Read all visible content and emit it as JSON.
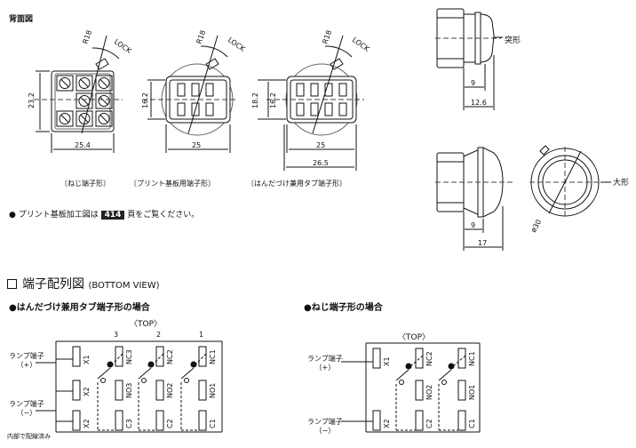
{
  "header": {
    "title": "背面図"
  },
  "dims": {
    "r18": "R18",
    "lock": "LOCK",
    "h232": "23.2",
    "h162": "16.2",
    "w254": "25.4",
    "w25": "25",
    "w265": "26.5",
    "d9": "9",
    "d126": "12.6",
    "d17": "17",
    "phi30": "ø30"
  },
  "captions": {
    "screw": "〔ねじ端子形〕",
    "pcb": "〔プリント基板用端子形〕",
    "solder": "〔はんだづけ兼用タブ端子形〕"
  },
  "side_labels": {
    "convex": "突形",
    "large": "大形"
  },
  "note": {
    "before": "プリント基板加工図は",
    "page": "414",
    "after": "頁をご覧ください。"
  },
  "section": {
    "title": "端子配列図",
    "subtitle": "(BOTTOM VIEW)"
  },
  "left_diagram": {
    "heading": "はんだづけ兼用タブ端子形の場合",
    "top": "〈TOP〉",
    "cols": [
      "3",
      "2",
      "1"
    ],
    "lamp_plus": "ランプ端子\n（+）",
    "lamp_minus": "ランプ端子\n（−）",
    "internal": "内部で配線済み",
    "terms": {
      "x1": "X1",
      "x2a": "X2",
      "x2b": "X2",
      "nc3": "NC3",
      "nc2": "NC2",
      "nc1": "NC1",
      "no3": "NO3",
      "no2": "NO2",
      "no1": "NO1",
      "c3": "C3",
      "c2": "C2",
      "c1": "C1"
    }
  },
  "right_diagram": {
    "heading": "ねじ端子形の場合",
    "top": "〈TOP〉",
    "lamp_plus": "ランプ端子\n（+）",
    "lamp_minus": "ランプ端子\n（−）",
    "terms": {
      "x1": "X1",
      "x2": "X2",
      "nc2": "NC2",
      "nc1": "NC1",
      "no2": "NO2",
      "no1": "NO1",
      "c2": "C2",
      "c1": "C1"
    }
  },
  "colors": {
    "line": "#111111",
    "gray": "#888888",
    "box_bg": "#222222"
  }
}
